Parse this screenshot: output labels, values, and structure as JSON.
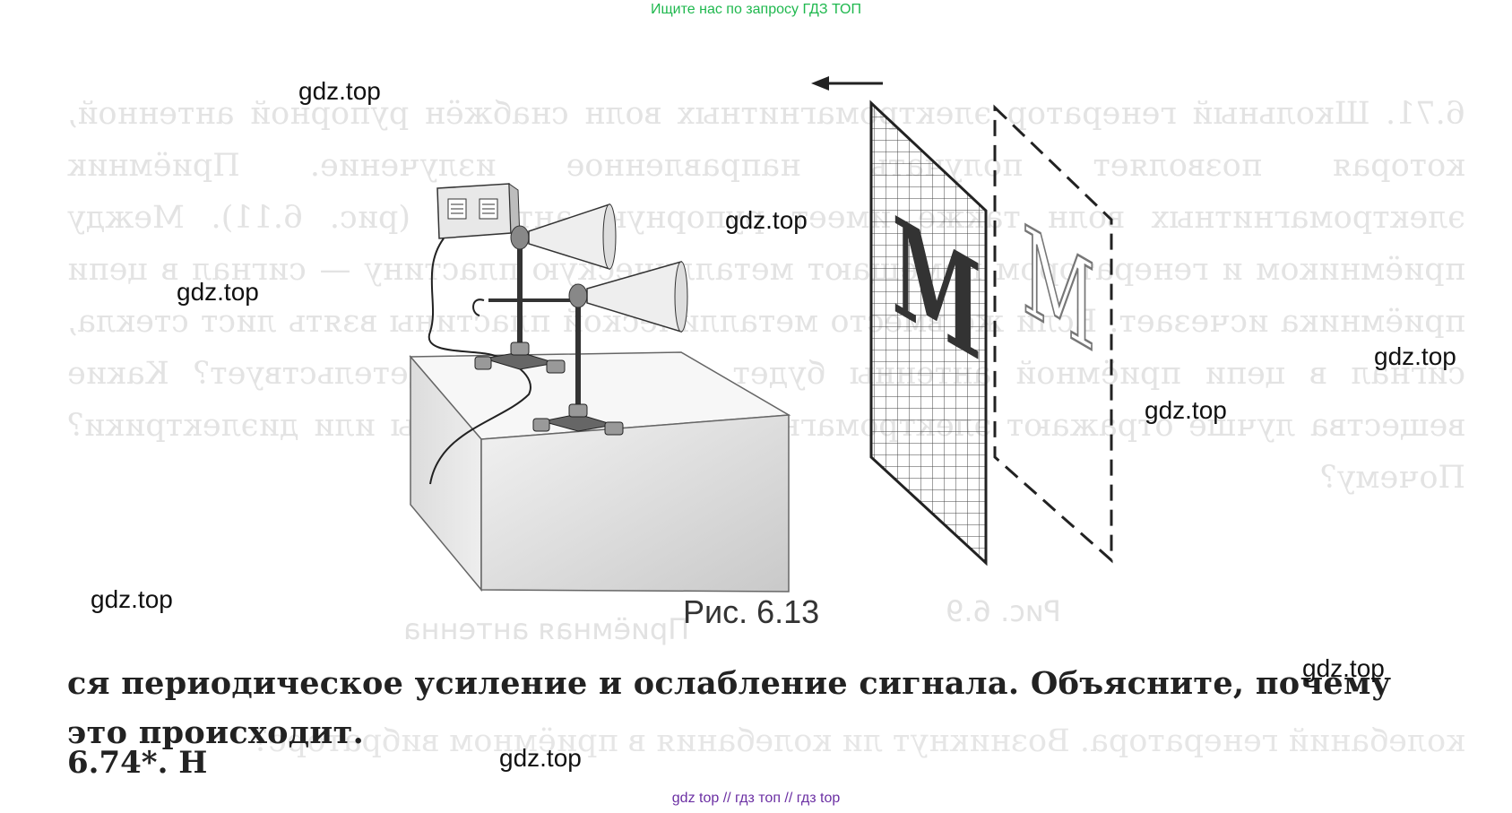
{
  "top_banner": "Ищите нас по запросу ГДЗ ТОП",
  "figure": {
    "caption": "Рис. 6.13",
    "letter_front": "M",
    "letter_back": "M"
  },
  "body_lines": [
    "ся периодическое усиление и ослабление сигнала. Объясните, почему",
    "это происходит."
  ],
  "cut_line": "6.74*. Н",
  "ghost_text": "6.71. Школьный генератор электромагнитных волн снабжён рупорной антенной, которая позволяет получать направленное излучение. Приёмник электромагнитных волн также имеет рупорную антенну (рис. 6.11). Между приёмником и генератором помещают металлическую пластину — сигнал в цепи приёмника исчезает. Если же вместо металлической пластины взять лист стекла, сигнал в цепи приёмной антенны будет. О чём это свидетельствует? Какие вещества лучше отражают электромагнитные волны: металлы или диэлектрики? Почему?",
  "ghost_bottom": "колебаний генератора. Возникнут ли колебания в приёмном вибраторе?",
  "ghost_captions": [
    "Рис. 6.9",
    "Приёмная антенна"
  ],
  "watermarks": [
    "gdz.top",
    "gdz.top",
    "gdz.top",
    "gdz.top",
    "gdz.top",
    "gdz.top",
    "gdz.top",
    "gdz.top"
  ],
  "footer": "gdz top  //  гдз топ  //  гдз top"
}
